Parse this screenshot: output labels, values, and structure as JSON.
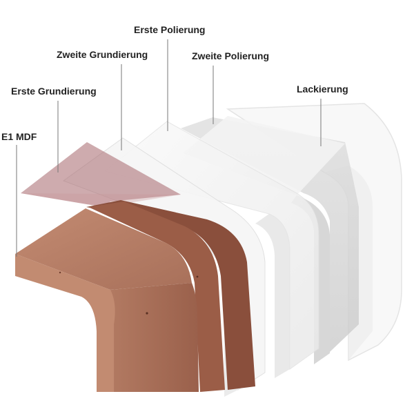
{
  "colors": {
    "mdf_top": "#b9826a",
    "mdf_side": "#a86f58",
    "mdf_dark": "#8a4f3c",
    "primer_tint": "#a5666b",
    "film": "#f4f4f4",
    "polish_grey": "#d6d6d6",
    "lacquer_edge": "#e8e8e8",
    "leader_line": "#777777"
  },
  "layers": [
    {
      "id": "e1-mdf",
      "label": "E1 MDF"
    },
    {
      "id": "erste-grundierung",
      "label": "Erste Grundierung"
    },
    {
      "id": "zweite-grundierung",
      "label": "Zweite Grundierung"
    },
    {
      "id": "erste-polierung",
      "label": "Erste Polierung"
    },
    {
      "id": "zweite-polierung",
      "label": "Zweite Polierung"
    },
    {
      "id": "lackierung",
      "label": "Lackierung"
    }
  ]
}
